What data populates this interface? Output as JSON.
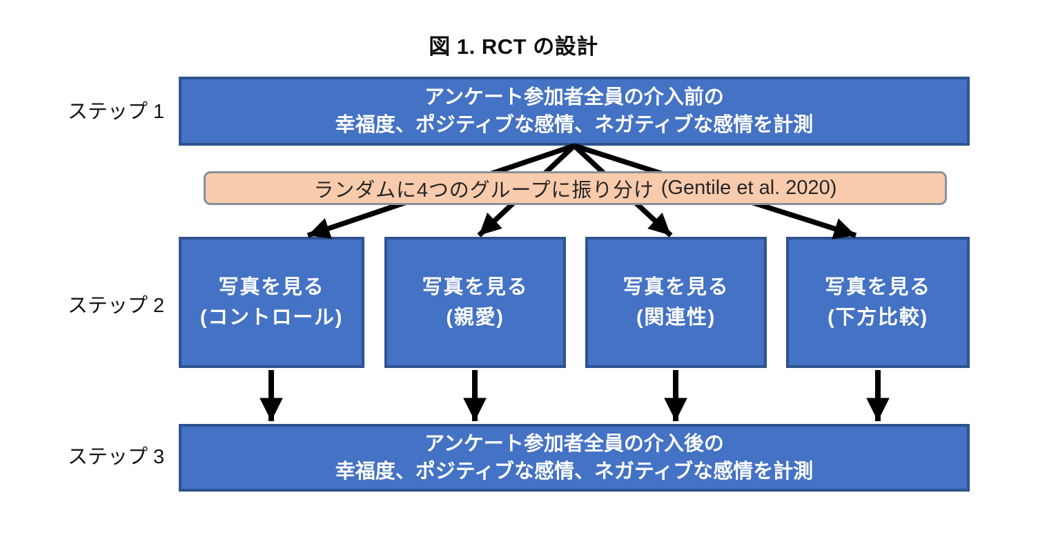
{
  "title": "図 1. RCT の設計",
  "colors": {
    "box_fill": "#4472C4",
    "box_border": "#2F528F",
    "box_text": "#FFFFFF",
    "note_fill": "#F8CBAD",
    "note_border": "#8A8F98",
    "arrow": "#000000",
    "background": "#FFFFFF"
  },
  "step_labels": [
    {
      "label": "ステップ 1"
    },
    {
      "label": "ステップ 2"
    },
    {
      "label": "ステップ 3"
    }
  ],
  "pre_box": {
    "line1": "アンケート参加者全員の介入前の",
    "line2": "幸福度、ポジティブな感情、ネガティブな感情を計測"
  },
  "random_note": {
    "text_ja": "ランダムに4つのグループに振り分け",
    "citation": "(Gentile et al. 2020)"
  },
  "group_boxes": [
    {
      "line1": "写真を見る",
      "line2": "(コントロール)"
    },
    {
      "line1": "写真を見る",
      "line2": "(親愛)"
    },
    {
      "line1": "写真を見る",
      "line2": "(関連性)"
    },
    {
      "line1": "写真を見る",
      "line2": "(下方比較)"
    }
  ],
  "post_box": {
    "line1": "アンケート参加者全員の介入後の",
    "line2": "幸福度、ポジティブな感情、ネガティブな感情を計測"
  }
}
